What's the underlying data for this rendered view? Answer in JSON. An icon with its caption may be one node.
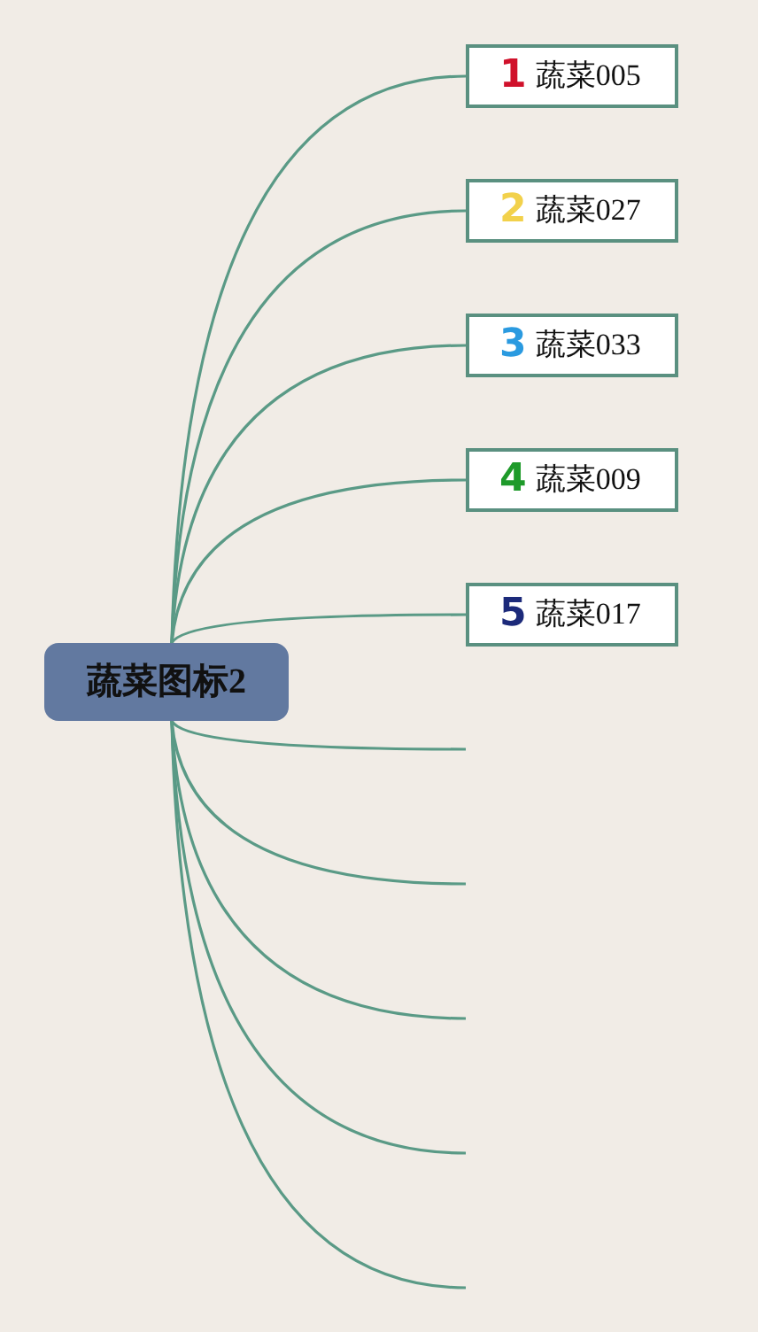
{
  "diagram": {
    "nodes": [
      {
        "text": [
          "蔬菜图标2"
        ]
      },
      {
        "text": [
          "1",
          "蔬菜005"
        ]
      },
      {
        "text": [
          "2",
          "蔬菜027"
        ]
      },
      {
        "text": [
          "3",
          "蔬菜033"
        ]
      },
      {
        "text": [
          "4",
          "蔬菜009"
        ]
      },
      {
        "text": [
          "5",
          "蔬菜017"
        ]
      }
    ],
    "edges": [
      {
        "from": 0,
        "to": 1,
        "arrow": "none"
      },
      {
        "from": 0,
        "to": 2,
        "arrow": "none"
      },
      {
        "from": 0,
        "to": 3,
        "arrow": "none"
      },
      {
        "from": 0,
        "to": 4,
        "arrow": "none"
      },
      {
        "from": 0,
        "to": 5,
        "arrow": "none"
      },
      {
        "from": 0,
        "to": null,
        "arrow": "none"
      },
      {
        "from": 0,
        "to": null,
        "arrow": "none"
      },
      {
        "from": 0,
        "to": null,
        "arrow": "none"
      },
      {
        "from": 0,
        "to": null,
        "arrow": "none"
      },
      {
        "from": 0,
        "to": null,
        "arrow": "none"
      }
    ]
  }
}
